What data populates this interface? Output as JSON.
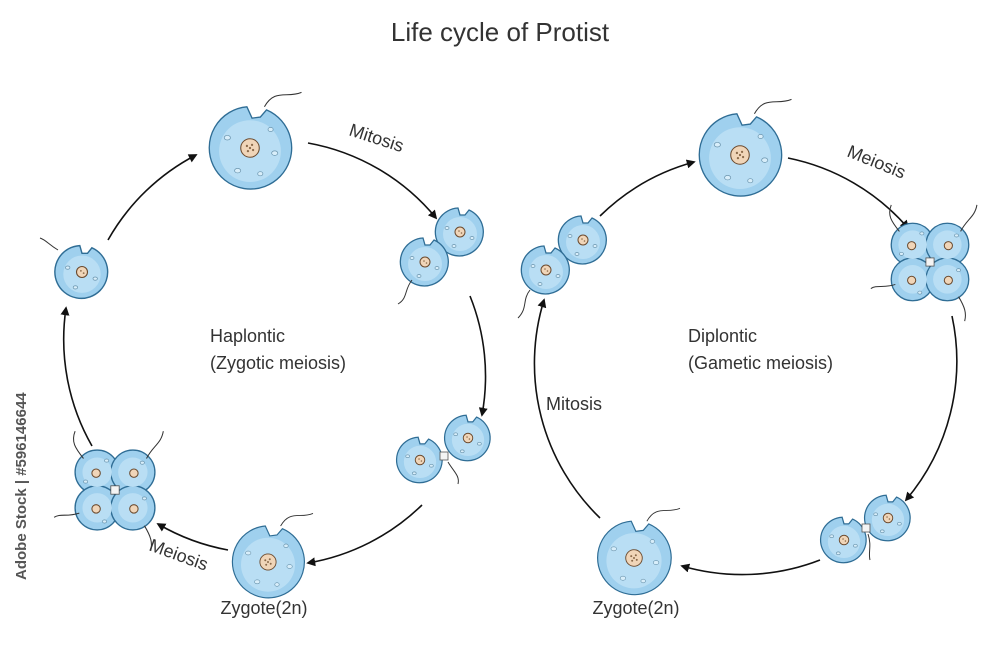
{
  "title": "Life cycle of Protist",
  "haplontic": {
    "label_line1": "Haplontic",
    "label_line2": "(Zygotic meiosis)",
    "stage_mitosis": "Mitosis",
    "stage_meiosis": "Meiosis",
    "zygote": "Zygote(2n)"
  },
  "diplontic": {
    "label_line1": "Diplontic",
    "label_line2": "(Gametic meiosis)",
    "stage_meiosis": "Meiosis",
    "stage_mitosis": "Mitosis",
    "zygote": "Zygote(2n)"
  },
  "watermark": {
    "vertical_text": "Adobe Stock | #596146644"
  },
  "colors": {
    "cell_fill": "#9fd0ee",
    "cell_stroke": "#2f6d95",
    "arrow": "#111111",
    "text": "#333333"
  }
}
